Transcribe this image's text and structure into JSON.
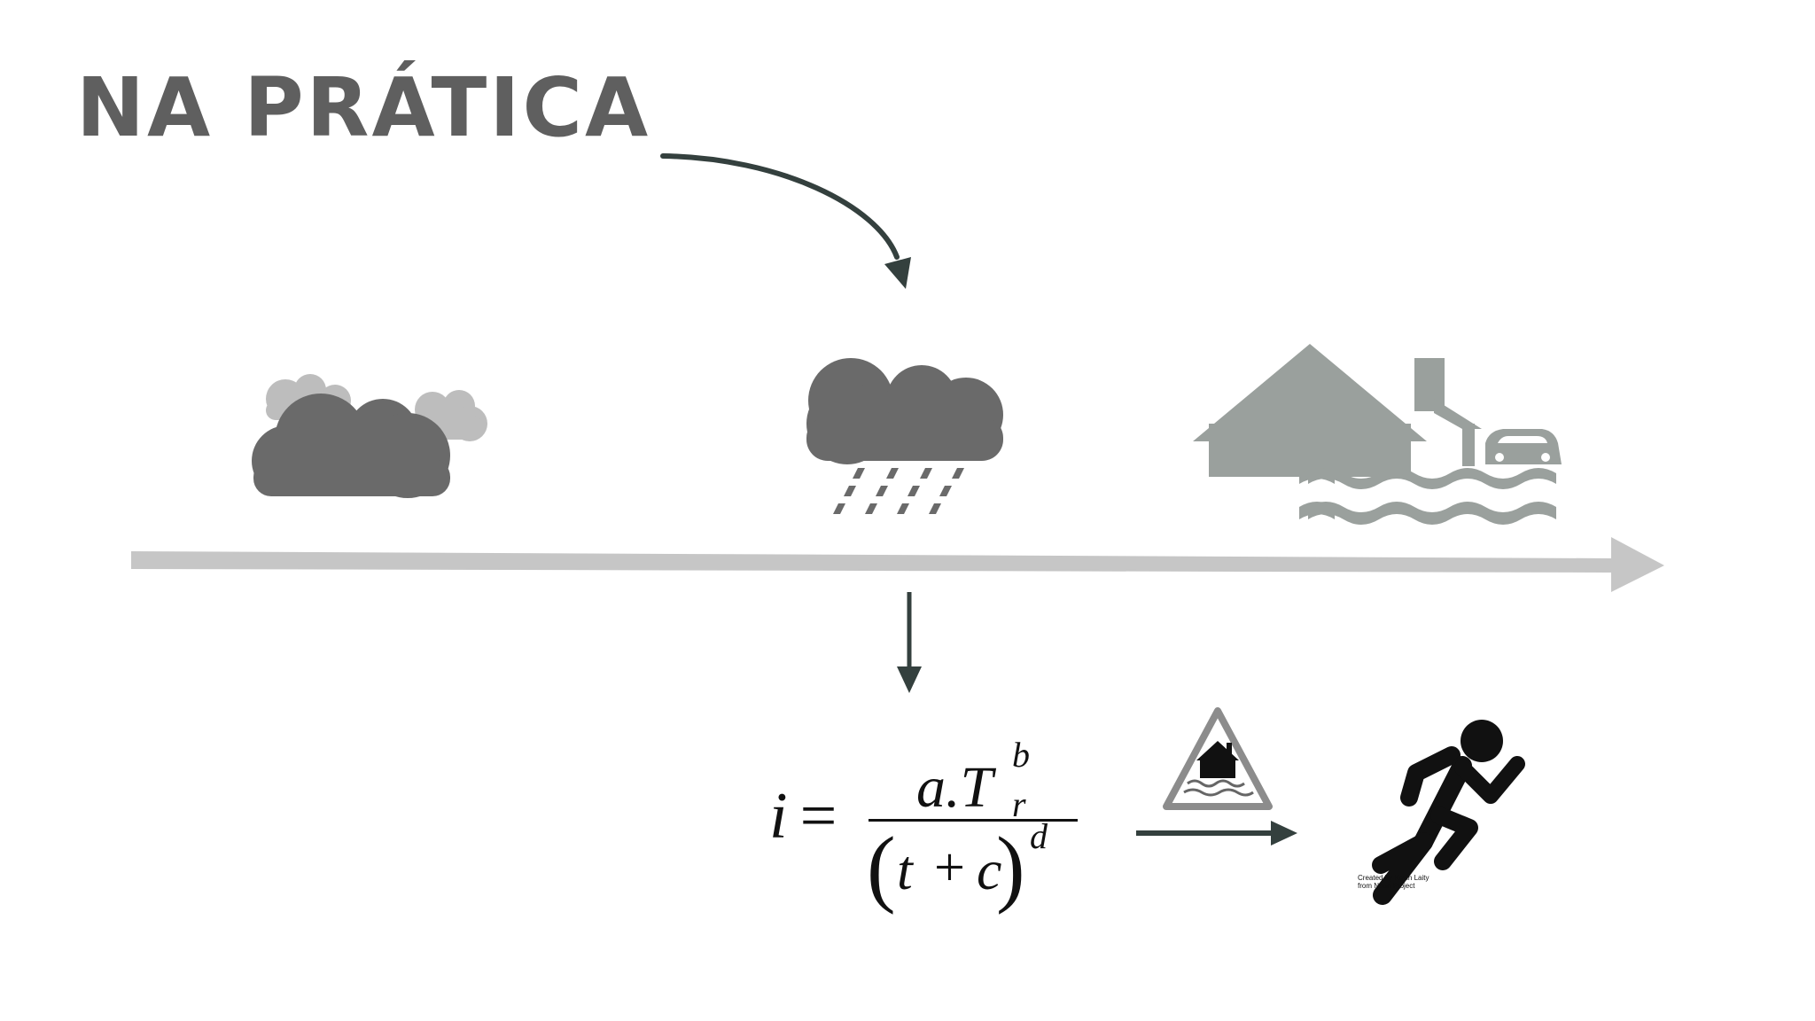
{
  "title": "NA PRÁTICA",
  "formula": {
    "lhs": "i",
    "equals": "=",
    "numerator_base": "a.T",
    "numerator_sup": "b",
    "numerator_sub": "r",
    "open_paren": "(",
    "t": "t",
    "plus": "+",
    "c": "c",
    "close_paren": ")",
    "exponent": "d"
  },
  "credit": {
    "line1": "Created by Kevin Laity",
    "line2": "from Noun Project"
  },
  "icons": {
    "cloudy": "cloud-icon",
    "rain": "rain-cloud-icon",
    "flood": "flooded-house-icon",
    "warning": "flood-warning-sign-icon",
    "runner": "running-person-icon"
  },
  "colors": {
    "background": "#ffffff",
    "title": "#5f5f5f",
    "timeline": "#c6c6c6",
    "connector": "#34403e",
    "cloud_dark": "#6a6a6a",
    "cloud_light": "#bdbdbd",
    "flood_icon": "#9aa09d",
    "black": "#111111"
  }
}
